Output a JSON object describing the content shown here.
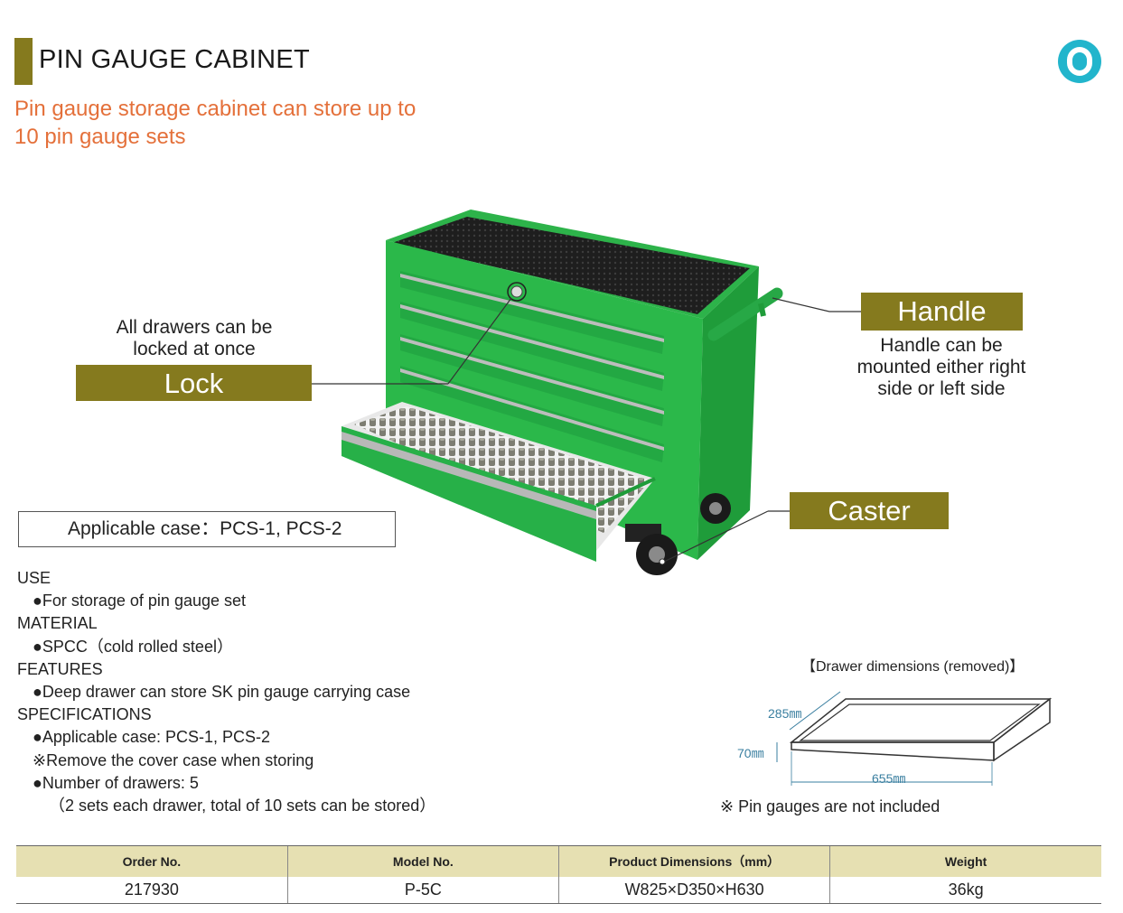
{
  "header": {
    "title": "PIN GAUGE CABINET",
    "subtitle_line1": "Pin gauge storage cabinet can store up to",
    "subtitle_line2": "10 pin gauge sets",
    "badge_icon": "ring-icon",
    "accent_color": "#857a1e",
    "subtitle_color": "#e4703a",
    "badge_color": "#22b5cc"
  },
  "callouts": {
    "lock_desc_line1": "All drawers can be",
    "lock_desc_line2": "locked at once",
    "lock_label": "Lock",
    "handle_label": "Handle",
    "handle_desc_line1": "Handle can be",
    "handle_desc_line2": "mounted either right",
    "handle_desc_line3": "side or left side",
    "caster_label": "Caster"
  },
  "applicable_case": "Applicable case：PCS-1, PCS-2",
  "specs": {
    "use_head": "USE",
    "use_item": "●For storage of pin gauge set",
    "material_head": "MATERIAL",
    "material_item": "●SPCC（cold rolled steel）",
    "features_head": "FEATURES",
    "features_item": "●Deep drawer can store SK pin gauge carrying case",
    "specifications_head": "SPECIFICATIONS",
    "spec_item1": "●Applicable case: PCS-1, PCS-2",
    "spec_note": "※Remove the cover case when storing",
    "spec_item2": "●Number of drawers: 5",
    "spec_item2_cont": "（2 sets each drawer, total of 10 sets can be stored）"
  },
  "drawer": {
    "caption": "【Drawer dimensions (removed)】",
    "depth": "285㎜",
    "height": "70㎜",
    "width": "655㎜",
    "note": "※ Pin gauges are not included"
  },
  "table": {
    "headers": [
      "Order No.",
      "Model No.",
      "Product Dimensions（mm）",
      "Weight"
    ],
    "row": [
      "217930",
      "P-5C",
      "W825×D350×H630",
      "36kg"
    ]
  }
}
